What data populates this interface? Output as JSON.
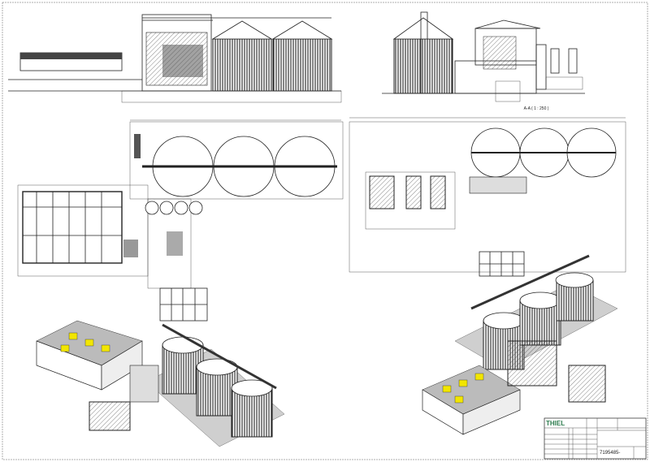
{
  "drawing": {
    "section_label": "A-A ( 1 : 250 )",
    "title_block": {
      "company": "THIEL",
      "drawing_number": "7195485-"
    }
  }
}
